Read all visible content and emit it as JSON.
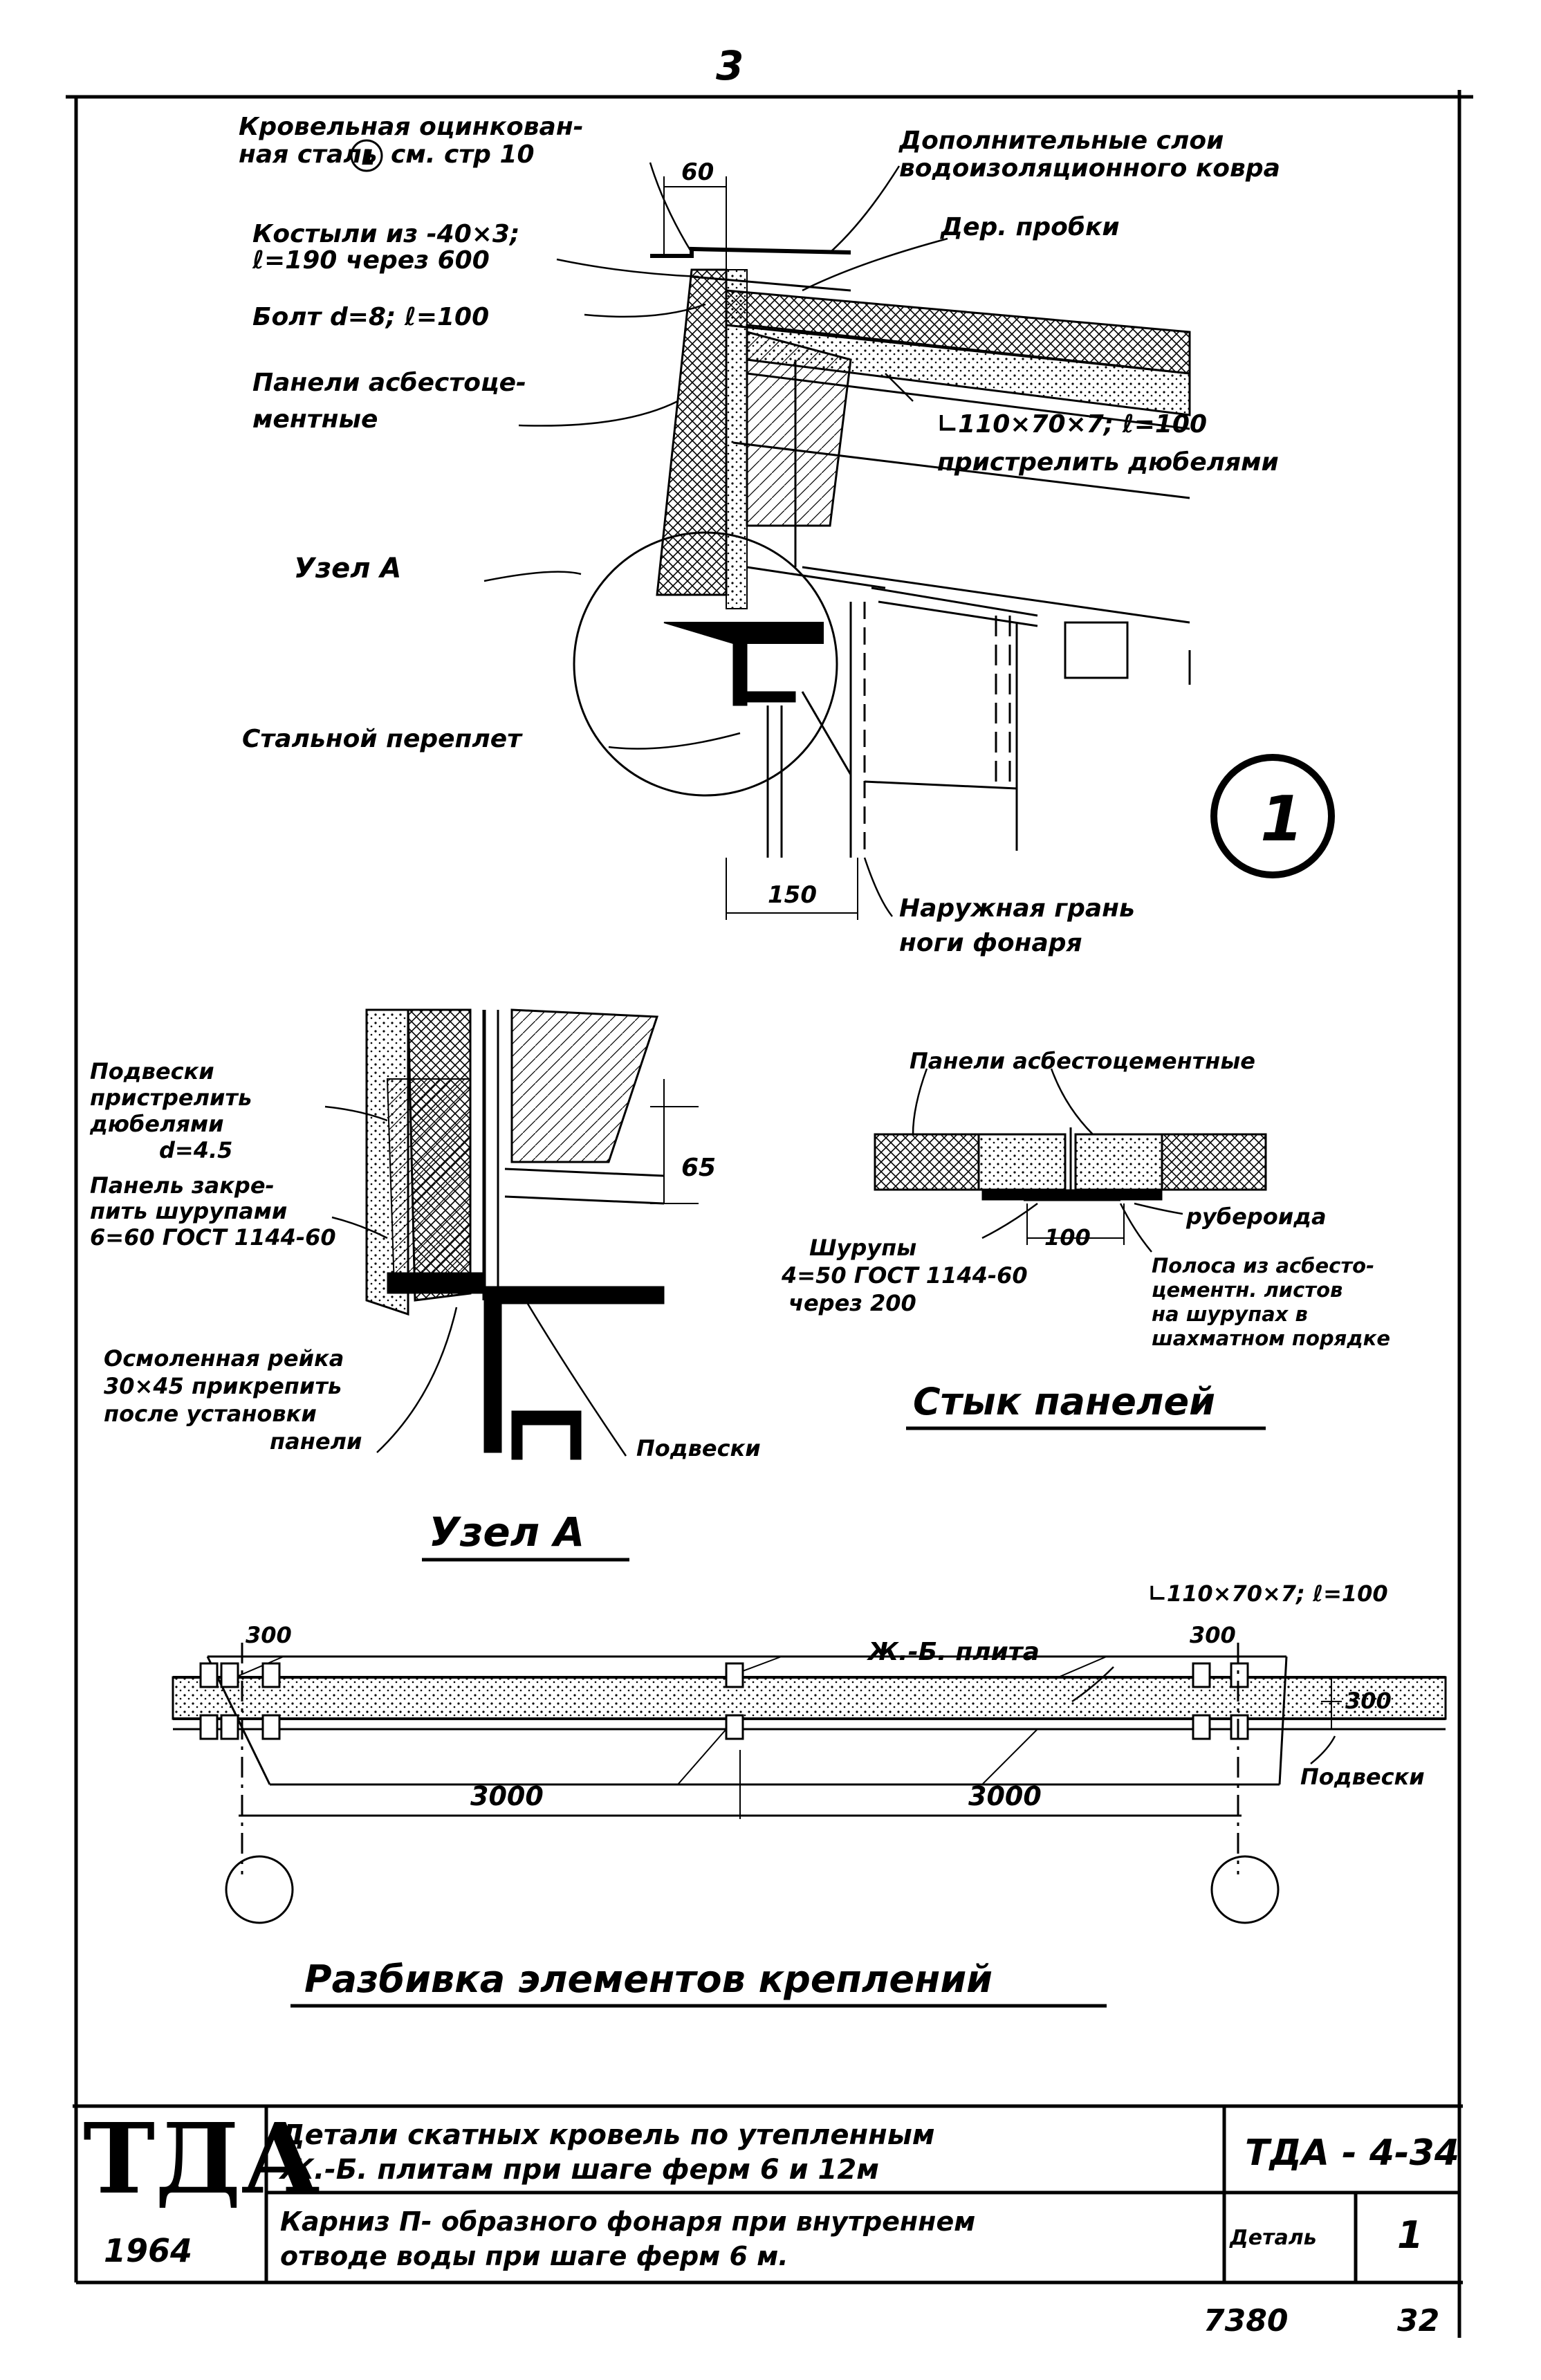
{
  "page_number": "3",
  "detail_1": {
    "roof_steel": "Кровельная оцинкован-",
    "roof_steel_2": "ная сталь",
    "roof_steel_ref": "см. стр 10",
    "roof_steel_ref_num": "1",
    "dim_60": "60",
    "extra_layers": "Дополнительные слои",
    "extra_layers_2": "водоизоляционного ковра",
    "crutches": "Костыли из -40×3;",
    "crutches_2": "ℓ=190 через 600",
    "wood_plugs": "Дер. пробки",
    "bolt": "Болт d=8;  ℓ=100",
    "panels": "Панели асбестоце-",
    "panels_2": "ментные",
    "angle": "∟110×70×7; ℓ=100",
    "angle_2": "пристрелить дюбелями",
    "node_a": "Узел А",
    "steel_binding": "Стальной переплет",
    "dim_150": "150",
    "outer_face": "Наружная грань",
    "outer_face_2": "ноги фонаря",
    "mark": "1"
  },
  "node_a_detail": {
    "hangers": "Подвески",
    "hangers_2": "пристрелить",
    "hangers_3": "дюбелями",
    "hangers_4": "d=4.5",
    "panel_fix": "Панель закре-",
    "panel_fix_2": "пить шурупами",
    "panel_fix_3": "6=60 ГОСТ 1144-60",
    "dim_65": "65",
    "batten": "Осмоленная рейка",
    "batten_2": "30×45 прикрепить",
    "batten_3": "после установки",
    "batten_4": "панели",
    "hangers_label": "Подвески",
    "title": "Узел А"
  },
  "joint": {
    "panels_label": "Панели асбестоцементные",
    "screws": "Шурупы",
    "screws_2": "4=50 ГОСТ 1144-60",
    "screws_3": "через 200",
    "dim_100": "100",
    "ruberoid": "рубероида",
    "strip": "Полоса из асбесто-",
    "strip_2": "цементн. листов",
    "strip_3": "на шурупах в",
    "strip_4": "шахматном порядке",
    "title": "Стык панелей"
  },
  "layout": {
    "angle": "∟110×70×7; ℓ=100",
    "dim_300_left": "300",
    "dim_300_right": "300",
    "slab": "Ж.-Б. плита",
    "dim_300_side": "300",
    "hangers": "Подвески",
    "dim_3000_left": "3000",
    "dim_3000_right": "3000",
    "title": "Разбивка элементов креплений"
  },
  "title_block": {
    "org": "ТДА",
    "year": "1964",
    "desc_1": "Детали скатных кровель по утепленным",
    "desc_2": "Ж.-Б. плитам при шаге ферм 6 и 12м",
    "desc_3": "Карниз П- образного фонаря при внутреннем",
    "desc_4": "отводе воды при шаге ферм 6 м.",
    "code": "ТДА - 4-34",
    "detail_label": "Деталь",
    "detail_num": "1",
    "sheet_no": "7380",
    "page": "32"
  }
}
